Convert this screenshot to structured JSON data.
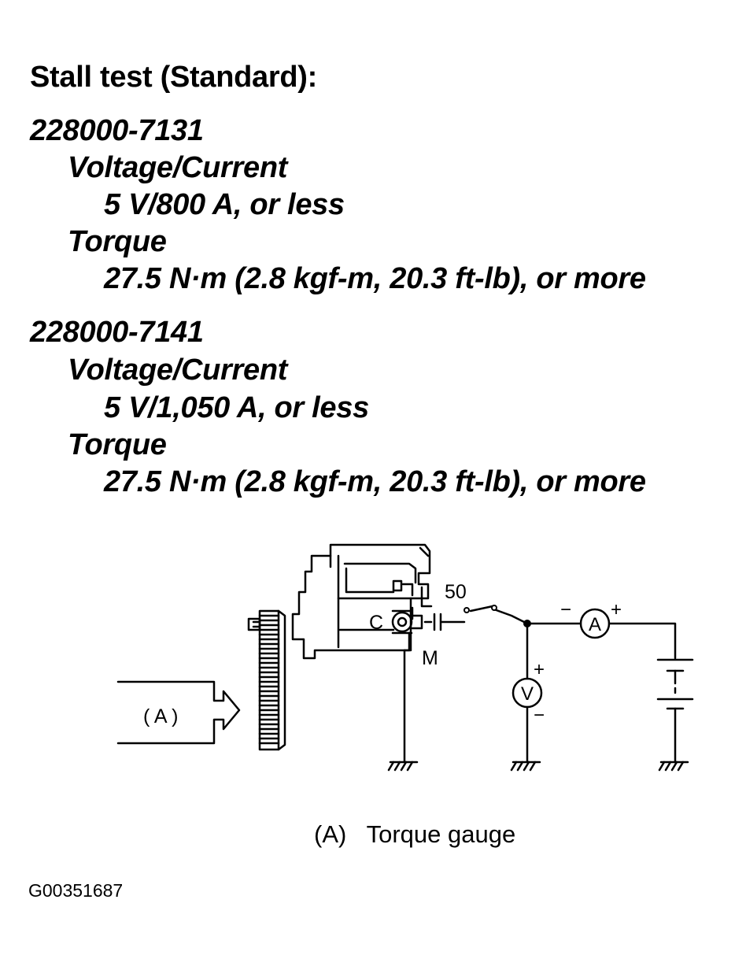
{
  "heading": "Stall test (Standard):",
  "models": [
    {
      "number": "228000-7131",
      "voltage_label": "Voltage/Current",
      "voltage_value": "5 V/800 A, or less",
      "torque_label": "Torque",
      "torque_value": "27.5 N·m (2.8 kgf-m, 20.3 ft-lb), or more"
    },
    {
      "number": "228000-7141",
      "voltage_label": "Voltage/Current",
      "voltage_value": "5 V/1,050 A, or less",
      "torque_label": "Torque",
      "torque_value": "27.5 N·m (2.8 kgf-m, 20.3 ft-lb), or more"
    }
  ],
  "diagram": {
    "terminal_50": "50",
    "terminal_c": "C",
    "terminal_m": "M",
    "ammeter_symbol": "A",
    "voltmeter_symbol": "V",
    "plus": "+",
    "minus": "−",
    "gauge_label": "( A )"
  },
  "caption": {
    "letter": "(A)",
    "text": "Torque gauge"
  },
  "figure_id": "G00351687"
}
